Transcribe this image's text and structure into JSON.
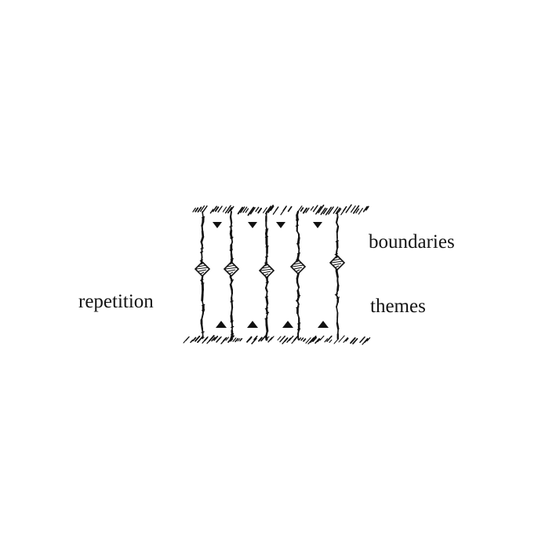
{
  "labels": {
    "left": "repetition",
    "top_right": "boundaries",
    "bottom_right": "themes"
  },
  "diagram": {
    "stroke_color": "#111111",
    "column_count": 5,
    "node_shape": "hatched-diamond",
    "top_marker": "down-triangle",
    "bottom_marker": "up-triangle",
    "style": "hand-drawn ink sketch"
  }
}
